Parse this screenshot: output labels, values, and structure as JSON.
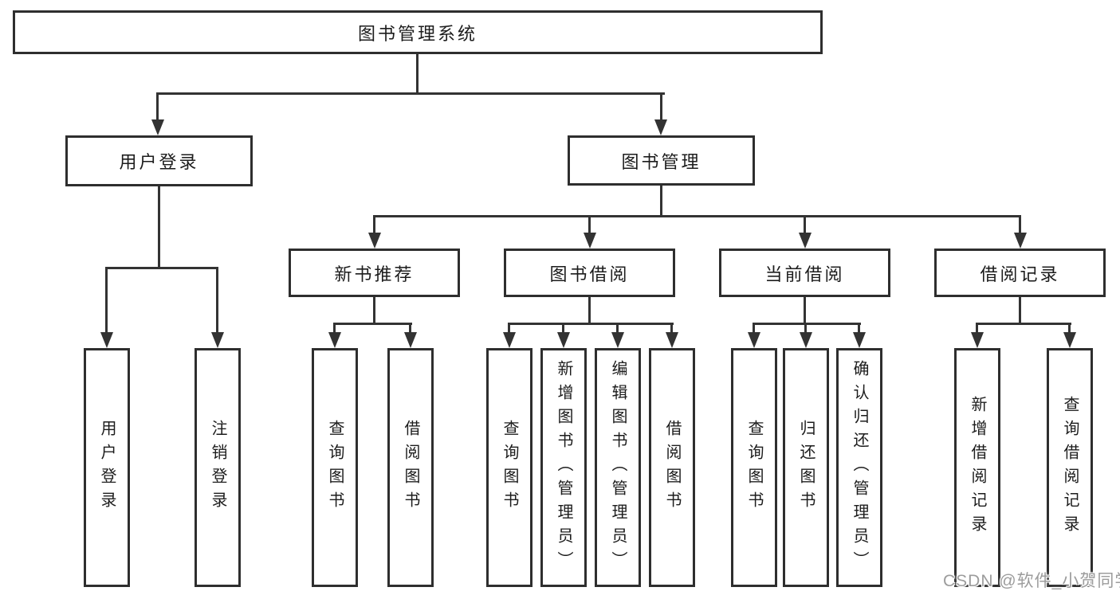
{
  "title": "图书管理系统",
  "nodes": {
    "root": {
      "label": "图书管理系统"
    },
    "level2": [
      {
        "id": "user-login",
        "label": "用户登录"
      },
      {
        "id": "book-management",
        "label": "图书管理"
      }
    ],
    "level3": [
      {
        "id": "new-book-recommend",
        "label": "新书推荐",
        "parent": "图书管理"
      },
      {
        "id": "book-borrow",
        "label": "图书借阅",
        "parent": "图书管理"
      },
      {
        "id": "current-borrow",
        "label": "当前借阅",
        "parent": "图书管理"
      },
      {
        "id": "borrow-records",
        "label": "借阅记录",
        "parent": "图书管理"
      }
    ],
    "leaves": [
      {
        "parent": "用户登录",
        "label": "用户登录"
      },
      {
        "parent": "用户登录",
        "label": "注销登录"
      },
      {
        "parent": "新书推荐",
        "label": "查询图书"
      },
      {
        "parent": "新书推荐",
        "label": "借阅图书"
      },
      {
        "parent": "图书借阅",
        "label": "查询图书"
      },
      {
        "parent": "图书借阅",
        "label": "新增图书（管理员）"
      },
      {
        "parent": "图书借阅",
        "label": "编辑图书（管理员）"
      },
      {
        "parent": "图书借阅",
        "label": "借阅图书"
      },
      {
        "parent": "当前借阅",
        "label": "查询图书"
      },
      {
        "parent": "当前借阅",
        "label": "归还图书"
      },
      {
        "parent": "当前借阅",
        "label": "确认归还（管理员）"
      },
      {
        "parent": "借阅记录",
        "label": "新增借阅记录"
      },
      {
        "parent": "借阅记录",
        "label": "查询借阅记录"
      }
    ]
  },
  "watermark": {
    "text": "CSDN @软件_小贺同学",
    "color": "#9c9c9c"
  },
  "colors": {
    "line": "#333333",
    "box_border": "#2e2e2e",
    "box_fill": "#ffffff",
    "text": "#1c1c1c",
    "background": "#ffffff"
  }
}
